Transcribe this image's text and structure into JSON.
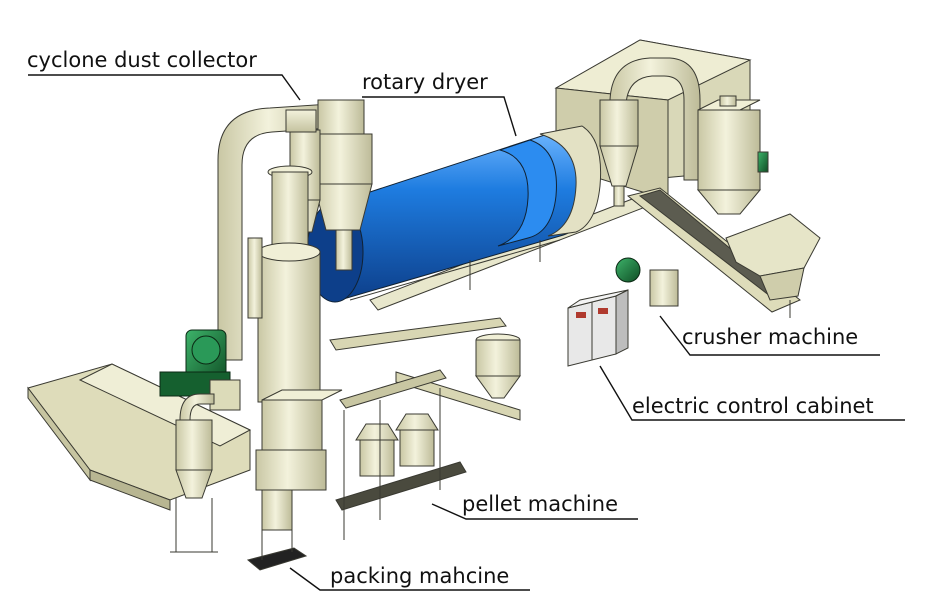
{
  "labels": {
    "cyclone": "cyclone dust collector",
    "rotary_dryer": "rotary dryer",
    "crusher": "crusher machine",
    "control_cabinet": "electric control cabinet",
    "pellet": "pellet machine",
    "packing": "packing mahcine"
  },
  "colors": {
    "machine_body": "#ecebce",
    "machine_outline": "#3a3a32",
    "dryer_blue": "#1e7ce0",
    "motor_green": "#1d7a3a",
    "cabinet": "#e8e8e8",
    "cabinet_panel": "#b03a2e"
  }
}
